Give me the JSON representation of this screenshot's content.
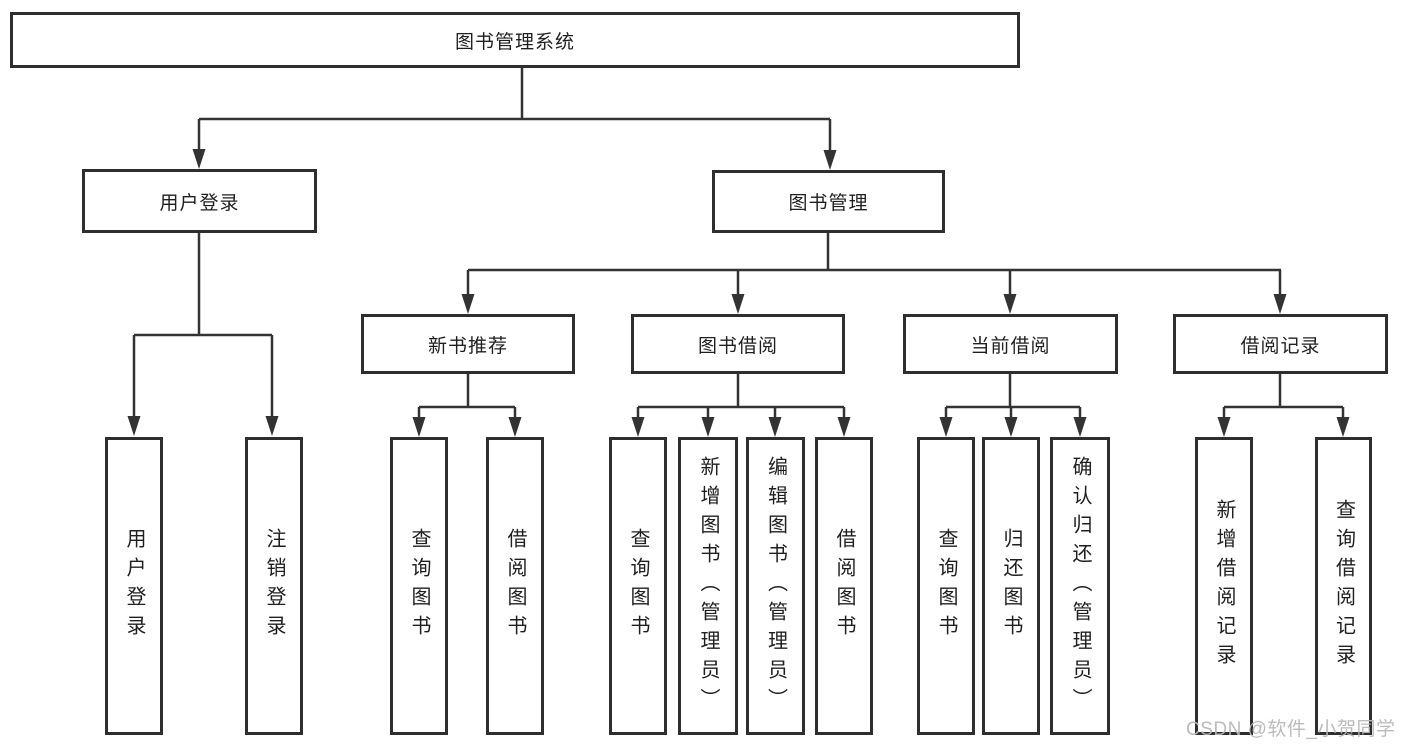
{
  "diagram": {
    "root": {
      "label": "图书管理系统"
    },
    "level2": [
      {
        "label": "用户登录"
      },
      {
        "label": "图书管理"
      }
    ],
    "level3": [
      {
        "label": "新书推荐"
      },
      {
        "label": "图书借阅"
      },
      {
        "label": "当前借阅"
      },
      {
        "label": "借阅记录"
      }
    ],
    "leaves": {
      "user_login": [
        {
          "label": "用户登录"
        },
        {
          "label": "注销登录"
        }
      ],
      "new_book_recommend": [
        {
          "label": "查询图书"
        },
        {
          "label": "借阅图书"
        }
      ],
      "book_borrow": [
        {
          "label": "查询图书"
        },
        {
          "label": "新增图书（管理员）"
        },
        {
          "label": "编辑图书（管理员）"
        },
        {
          "label": "借阅图书"
        }
      ],
      "current_borrow": [
        {
          "label": "查询图书"
        },
        {
          "label": "归还图书"
        },
        {
          "label": "确认归还（管理员）"
        }
      ],
      "borrow_record": [
        {
          "label": "新增借阅记录"
        },
        {
          "label": "查询借阅记录"
        }
      ]
    }
  },
  "watermark": {
    "text": "CSDN @软件_小贺同学"
  },
  "colors": {
    "line": "#333333",
    "border": "#2e2e2e",
    "text": "#1f1f1f",
    "watermark": "#b7b7ba",
    "background": "#ffffff"
  }
}
